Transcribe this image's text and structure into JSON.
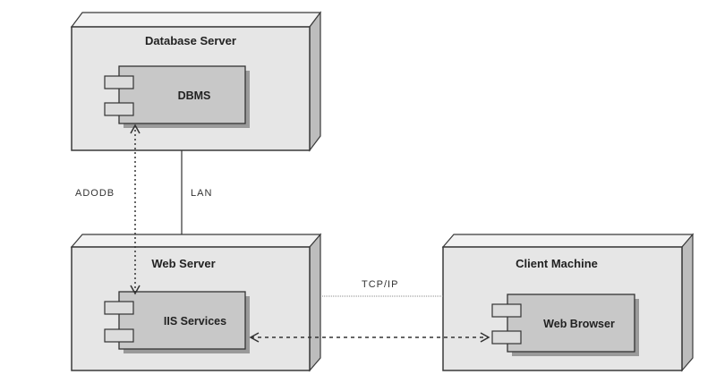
{
  "nodes": {
    "database_server": {
      "title": "Database Server",
      "component": "DBMS"
    },
    "web_server": {
      "title": "Web Server",
      "component": "IIS Services"
    },
    "client_machine": {
      "title": "Client Machine",
      "component": "Web Browser"
    }
  },
  "connections": {
    "adodb": "ADODB",
    "lan": "LAN",
    "tcpip": "TCP/IP"
  }
}
